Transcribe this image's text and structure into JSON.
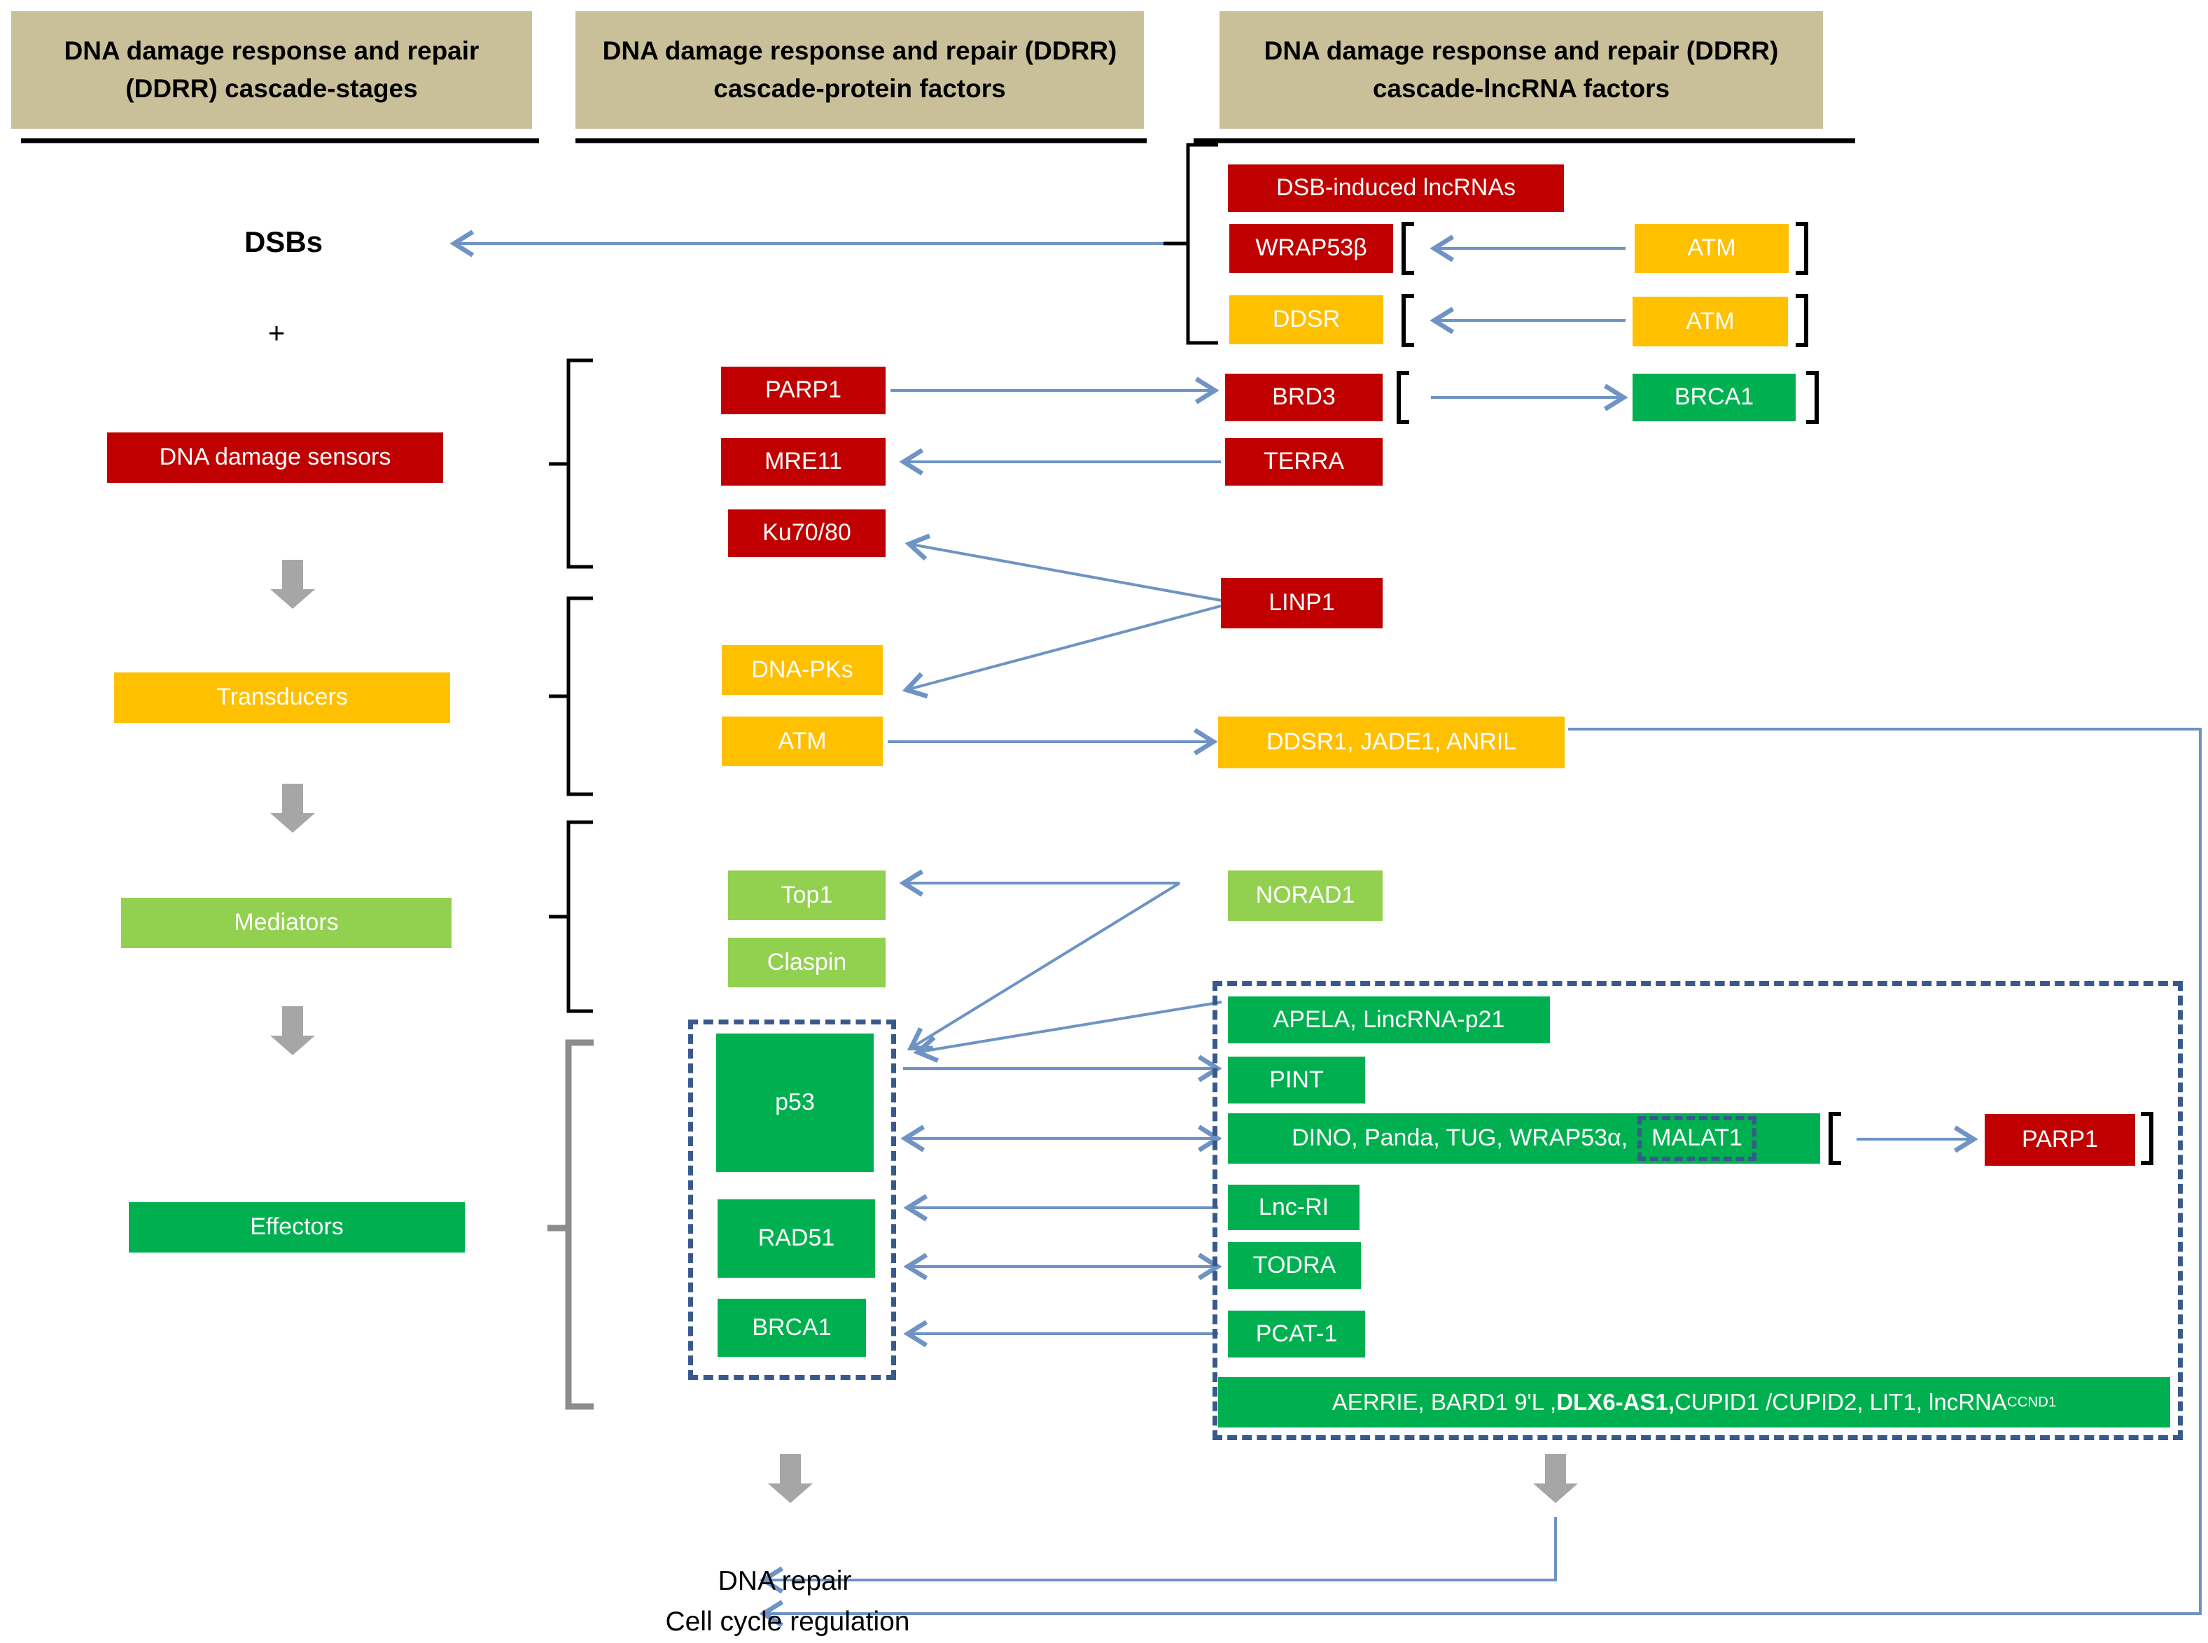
{
  "headers": {
    "stages": "DNA damage response and repair (DDRR) cascade-stages",
    "protein": "DNA damage response  and repair (DDRR) cascade-protein factors",
    "lncrna": "DNA damage response and repair (DDRR) cascade-lncRNA factors"
  },
  "stages_column": {
    "dsbs": "DSBs",
    "plus": "+",
    "sensors": "DNA damage sensors",
    "transducers": "Transducers",
    "mediators": "Mediators",
    "effectors": "Effectors"
  },
  "protein_column": {
    "parp1": "PARP1",
    "mre11": "MRE11",
    "ku7080": "Ku70/80",
    "dna_pks": "DNA-PKs",
    "atm": "ATM",
    "top1": "Top1",
    "claspin": "Claspin",
    "p53": "p53",
    "rad51": "RAD51",
    "brca1": "BRCA1"
  },
  "lncrna_column": {
    "dsb_induced": "DSB-induced lncRNAs",
    "wrap53b": "WRAP53β",
    "ddsr": "DDSR",
    "atm_row1": "ATM",
    "atm_row2": "ATM",
    "brd3": "BRD3",
    "brca1": "BRCA1",
    "terra": "TERRA",
    "linp1": "LINP1",
    "ddsr1_jade1_anril": "DDSR1, JADE1, ANRIL",
    "norad1": "NORAD1",
    "apela_lincrna_p21": "APELA, LincRNA-p21",
    "pint": "PINT",
    "dino_prefix": "DINO, Panda, TUG, WRAP53α,",
    "malat1": "MALAT1",
    "parp1": "PARP1",
    "lnc_ri": "Lnc-RI",
    "todra": "TODRA",
    "pcat1": "PCAT-1",
    "aerrie_pre": "AERRIE, BARD1 9'L , ",
    "aerrie_bold": "DLX6-AS1,",
    "aerrie_post": " CUPID1 /CUPID2, LIT1, lncRNA",
    "aerrie_sub": "CCND1"
  },
  "outcomes": {
    "dna_repair": "DNA repair",
    "cell_cycle": "Cell cycle regulation"
  },
  "colors": {
    "red": "#C00000",
    "orange": "#FFC000",
    "light_green": "#92D050",
    "green": "#00B050",
    "header_tan": "#C9C09A",
    "arrow_blue": "#6E93C4",
    "dashed_navy": "#38598C",
    "gray_arrow": "#A6A6A6"
  }
}
